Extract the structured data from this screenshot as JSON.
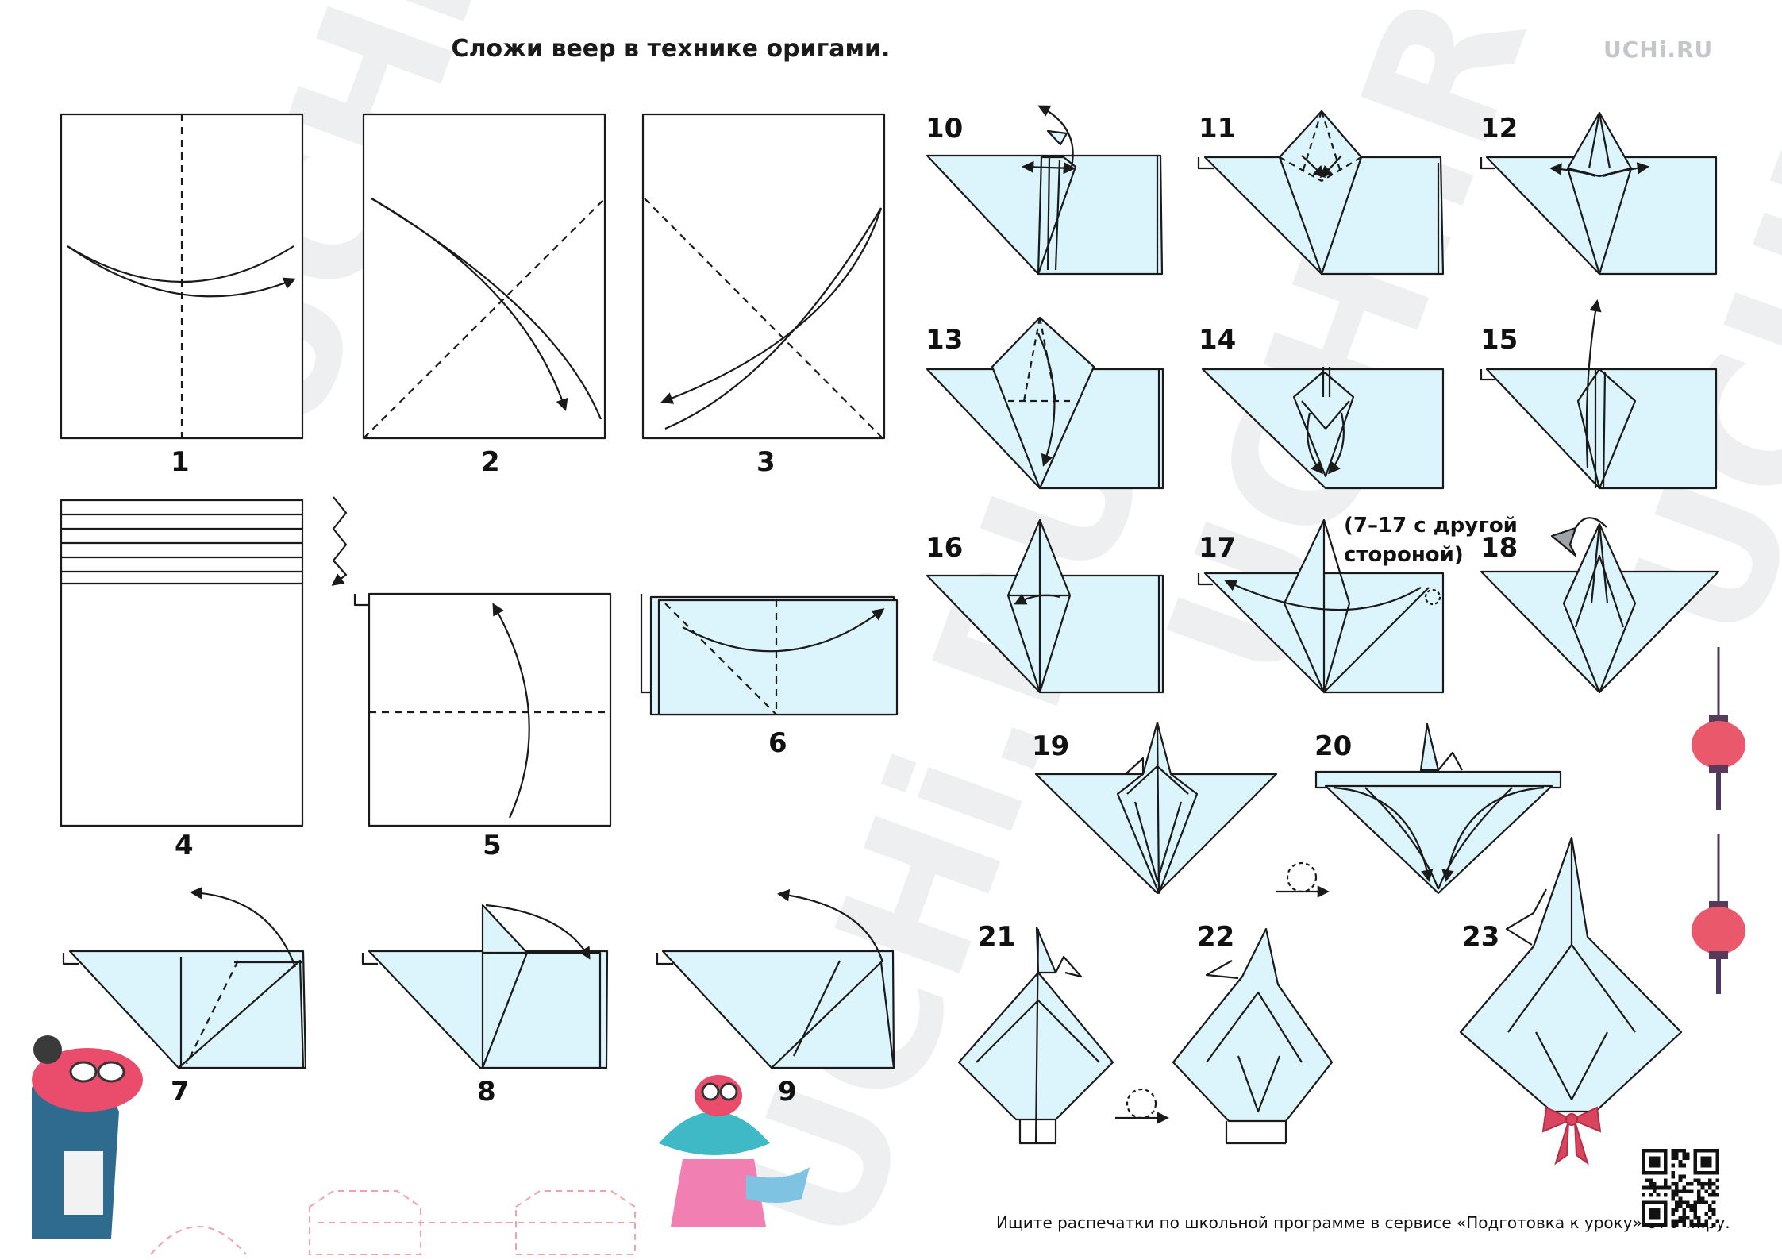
{
  "title": "Сложи веер в технике оригами.",
  "logo": "UCHi.RU",
  "note": "(7–17 с другой стороной)",
  "footer": "Ищите распечатки по школьной программе в сервисе «Подготовка к уроку» от Учи.ру.",
  "steps": [
    "1",
    "2",
    "3",
    "4",
    "5",
    "6",
    "7",
    "8",
    "9",
    "10",
    "11",
    "12",
    "13",
    "14",
    "15",
    "16",
    "17",
    "18",
    "19",
    "20",
    "21",
    "22",
    "23"
  ],
  "watermark": "UCHi.RU",
  "colors": {
    "paper": "#dcf4fb",
    "line": "#1a1a1a",
    "lantern": "#e9596b",
    "ribbon": "#d9455f",
    "watermark": "#9aa0a8"
  }
}
